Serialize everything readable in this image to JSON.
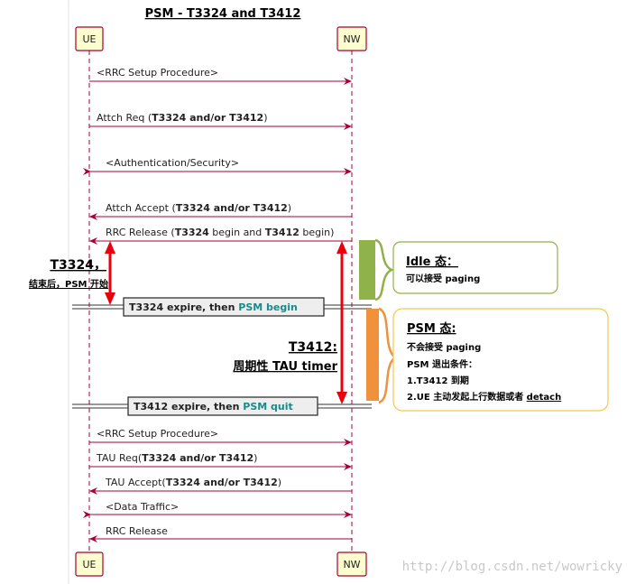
{
  "diagram": {
    "title": "PSM - T3324 and T3412",
    "participants": {
      "ue": "UE",
      "nw": "NW"
    },
    "messages": [
      {
        "id": "m1",
        "pre": "<RRC Setup Procedure>",
        "bold": "",
        "post": ""
      },
      {
        "id": "m2",
        "pre": "Attch Req (",
        "bold": "T3324 and/or T3412",
        "post": ")"
      },
      {
        "id": "m3",
        "pre": "<Authentication/Security>",
        "bold": "",
        "post": ""
      },
      {
        "id": "m4",
        "pre": "Attch Accept (",
        "bold": "T3324 and/or T3412",
        "post": ")"
      },
      {
        "id": "m5",
        "pre": "RRC Release (",
        "bold": "T3324",
        "mid": " begin and ",
        "bold2": "T3412",
        "post": " begin)"
      },
      {
        "id": "m6",
        "pre": "<RRC Setup Procedure>",
        "bold": "",
        "post": ""
      },
      {
        "id": "m7",
        "pre": "TAU Req(",
        "bold": "T3324 and/or T3412",
        "post": ")"
      },
      {
        "id": "m8",
        "pre": "TAU Accept(",
        "bold": "T3324 and/or T3412",
        "post": ")"
      },
      {
        "id": "m9",
        "pre": "<Data Traffic>",
        "bold": "",
        "post": ""
      },
      {
        "id": "m10",
        "pre": "RRC Release",
        "bold": "",
        "post": ""
      }
    ],
    "dividers": {
      "psm_begin": {
        "pre": "T3324 expire, then ",
        "accent": "PSM begin"
      },
      "psm_quit": {
        "pre": "T3412 expire, then ",
        "accent": "PSM quit"
      }
    },
    "timers": {
      "t3324": {
        "name": "T3324，",
        "desc": "结束后，PSM 开始"
      },
      "t3412": {
        "name": "T3412:",
        "desc": "周期性 TAU timer"
      }
    },
    "notes": {
      "idle": {
        "title": "Idle 态：",
        "line1": "可以接受 paging"
      },
      "psm": {
        "title": "PSM 态:",
        "line1": "不会接受 paging",
        "line2": "PSM 退出条件：",
        "line3": "1.T3412 到期",
        "line4_pre": "2.UE 主动发起上行数据或者 ",
        "line4_link": "detach"
      }
    },
    "watermark": "http://blog.csdn.net/wowricky",
    "colors": {
      "arrow": "#a80036",
      "lifeline": "#a80036",
      "participant_fill": "#fefece",
      "timer_arrow": "#e8000b",
      "idle_brace": "#8fb24a",
      "psm_brace": "#f0923c",
      "accent": "#1a8a8a"
    }
  }
}
